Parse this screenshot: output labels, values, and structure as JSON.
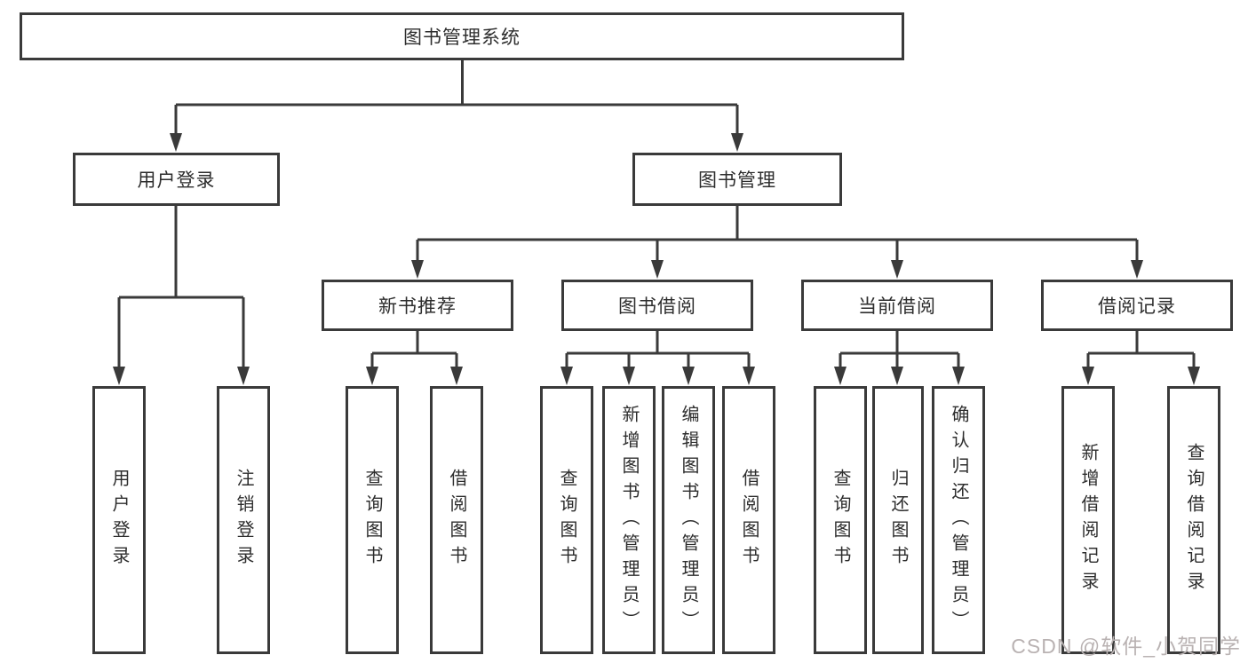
{
  "tree": {
    "root": "图书管理系统",
    "branches": [
      {
        "label": "用户登录",
        "leaves": [
          "用户登录",
          "注销登录"
        ]
      },
      {
        "label": "图书管理",
        "groups": [
          {
            "label": "新书推荐",
            "leaves": [
              "查询图书",
              "借阅图书"
            ]
          },
          {
            "label": "图书借阅",
            "leaves": [
              "查询图书",
              "新增图书（管理员）",
              "编辑图书（管理员）",
              "借阅图书"
            ]
          },
          {
            "label": "当前借阅",
            "leaves": [
              "查询图书",
              "归还图书",
              "确认归还（管理员）"
            ]
          },
          {
            "label": "借阅记录",
            "leaves": [
              "新增借阅记录",
              "查询借阅记录"
            ]
          }
        ]
      }
    ]
  },
  "watermark": "CSDN @软件_小贺同学",
  "colors": {
    "line": "#3a3a3a",
    "box_border": "#3a3a3a",
    "text": "#2d2d2d",
    "watermark": "#b9b2b2",
    "background": "#ffffff"
  }
}
